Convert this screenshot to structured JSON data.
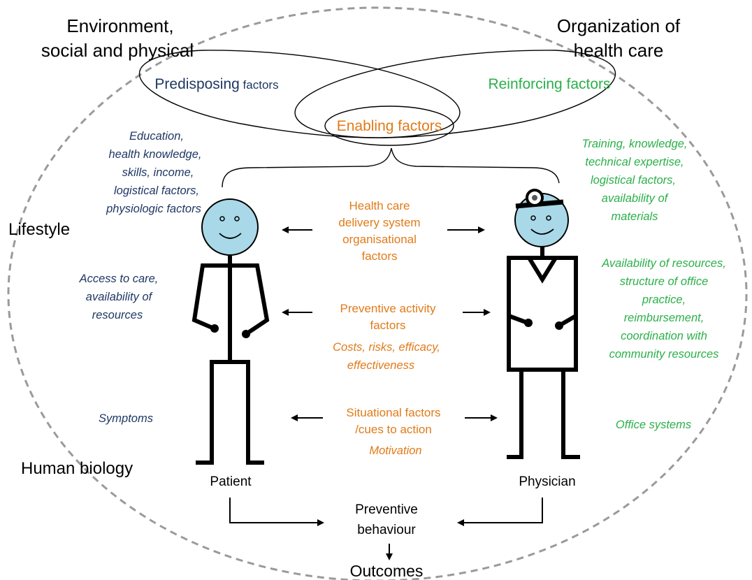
{
  "colors": {
    "patient_blue": "#1f3864",
    "physician_green": "#2bb04a",
    "enabling_orange": "#e07b1a",
    "face_fill": "#a9d8e8",
    "ellipse_grey": "#9a9a9a",
    "ink": "#000000"
  },
  "top": {
    "environment_line1": "Environment,",
    "environment_line2": "social and physical",
    "organization_line1": "Organization of",
    "organization_line2": "health care",
    "predisposing_word": "Predisposing",
    "predisposing_suffix": " factors",
    "reinforcing": "Reinforcing factors",
    "enabling": "Enabling factors"
  },
  "left_side": {
    "lifestyle": "Lifestyle",
    "human_biology": "Human biology"
  },
  "patient": {
    "label": "Patient",
    "education": [
      "Education,",
      "health knowledge,",
      "skills, income,",
      "logistical factors,",
      "physiologic factors"
    ],
    "access": [
      "Access to care,",
      "availability of",
      "resources"
    ],
    "symptoms": "Symptoms"
  },
  "physician": {
    "label": "Physician",
    "training": [
      "Training, knowledge,",
      "technical expertise,",
      "logistical factors,",
      "availability of",
      "materials"
    ],
    "resources": [
      "Availability of resources,",
      "structure of office",
      "practice,",
      "reimbursement,",
      "coordination with",
      "community resources"
    ],
    "office": "Office systems"
  },
  "center": {
    "health_care": [
      "Health care",
      "delivery system",
      "organisational",
      "factors"
    ],
    "preventive_activity": [
      "Preventive activity",
      "factors"
    ],
    "costs": [
      "Costs, risks, efficacy,",
      "effectiveness"
    ],
    "situational": [
      "Situational factors",
      "/cues to action"
    ],
    "motivation": "Motivation"
  },
  "bottom": {
    "preventive_behaviour": [
      "Preventive",
      "behaviour"
    ],
    "outcomes": "Outcomes"
  }
}
